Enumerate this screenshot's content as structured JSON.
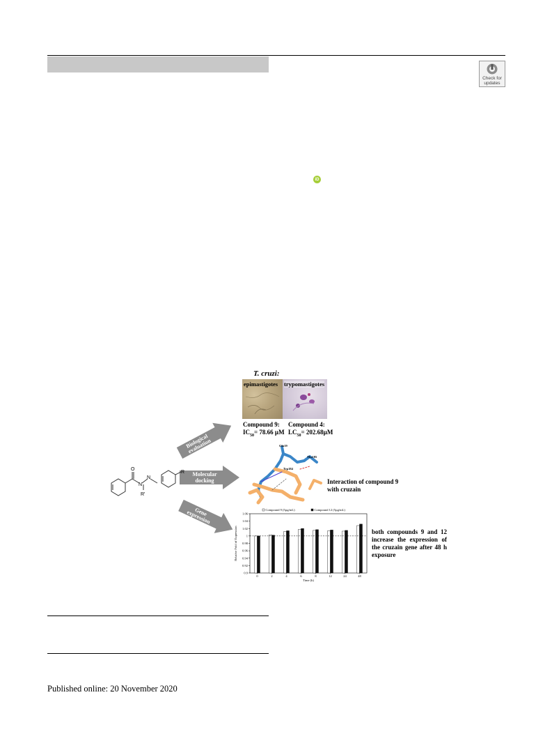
{
  "badge": {
    "text": "Check for\nupdates"
  },
  "orcid": {
    "label": "iD"
  },
  "published": "Published online: 20 November 2020",
  "graphical_abstract": {
    "organism": "T. cruzi:",
    "photos": [
      "epimastigotes",
      "trypomastigotes"
    ],
    "results": [
      {
        "compound": "Compound 9:",
        "metric": "IC",
        "sub": "50",
        "value": "= 78.66 µM"
      },
      {
        "compound": "Compound 4:",
        "metric": "LC",
        "sub": "50",
        "value": "= 202.68µM"
      }
    ],
    "arrows": [
      {
        "line1": "Biological",
        "line2": "evaluation"
      },
      {
        "line1": "Molecular",
        "line2": "docking"
      },
      {
        "line1": "Gene",
        "line2": "expression"
      }
    ],
    "molecule_labels": [
      "O",
      "N",
      "N",
      "R'",
      "R"
    ],
    "residues": [
      "Gln19",
      "Trp184",
      "Thr185"
    ],
    "docking_note": "Interaction of compound 9 with cruzain",
    "expression_note": "both compounds 9 and 12 increase the expression of the cruzain gene after 48 h exposure"
  },
  "chart_data": {
    "type": "bar",
    "title": "",
    "xlabel": "Time (h)",
    "ylabel": "Relative Fold of Expression",
    "ylim": [
      0.9,
      1.06
    ],
    "yticks": [
      "0.9",
      "0.92",
      "0.94",
      "0.96",
      "0.98",
      "1",
      "1.02",
      "1.04",
      "1.06"
    ],
    "categories": [
      "0",
      "2",
      "4",
      "6",
      "8",
      "12",
      "24",
      "48"
    ],
    "series": [
      {
        "name": "Compound 9 (5µg/mL)",
        "color": "#ffffff",
        "values": [
          1.0,
          1.003,
          1.012,
          1.018,
          1.015,
          1.014,
          1.013,
          1.028
        ]
      },
      {
        "name": "Compound 12 (5µg/mL)",
        "color": "#111111",
        "values": [
          1.0,
          1.002,
          1.014,
          1.02,
          1.017,
          1.016,
          1.015,
          1.032
        ]
      }
    ],
    "reference_line": 1.0,
    "legend": "top"
  }
}
